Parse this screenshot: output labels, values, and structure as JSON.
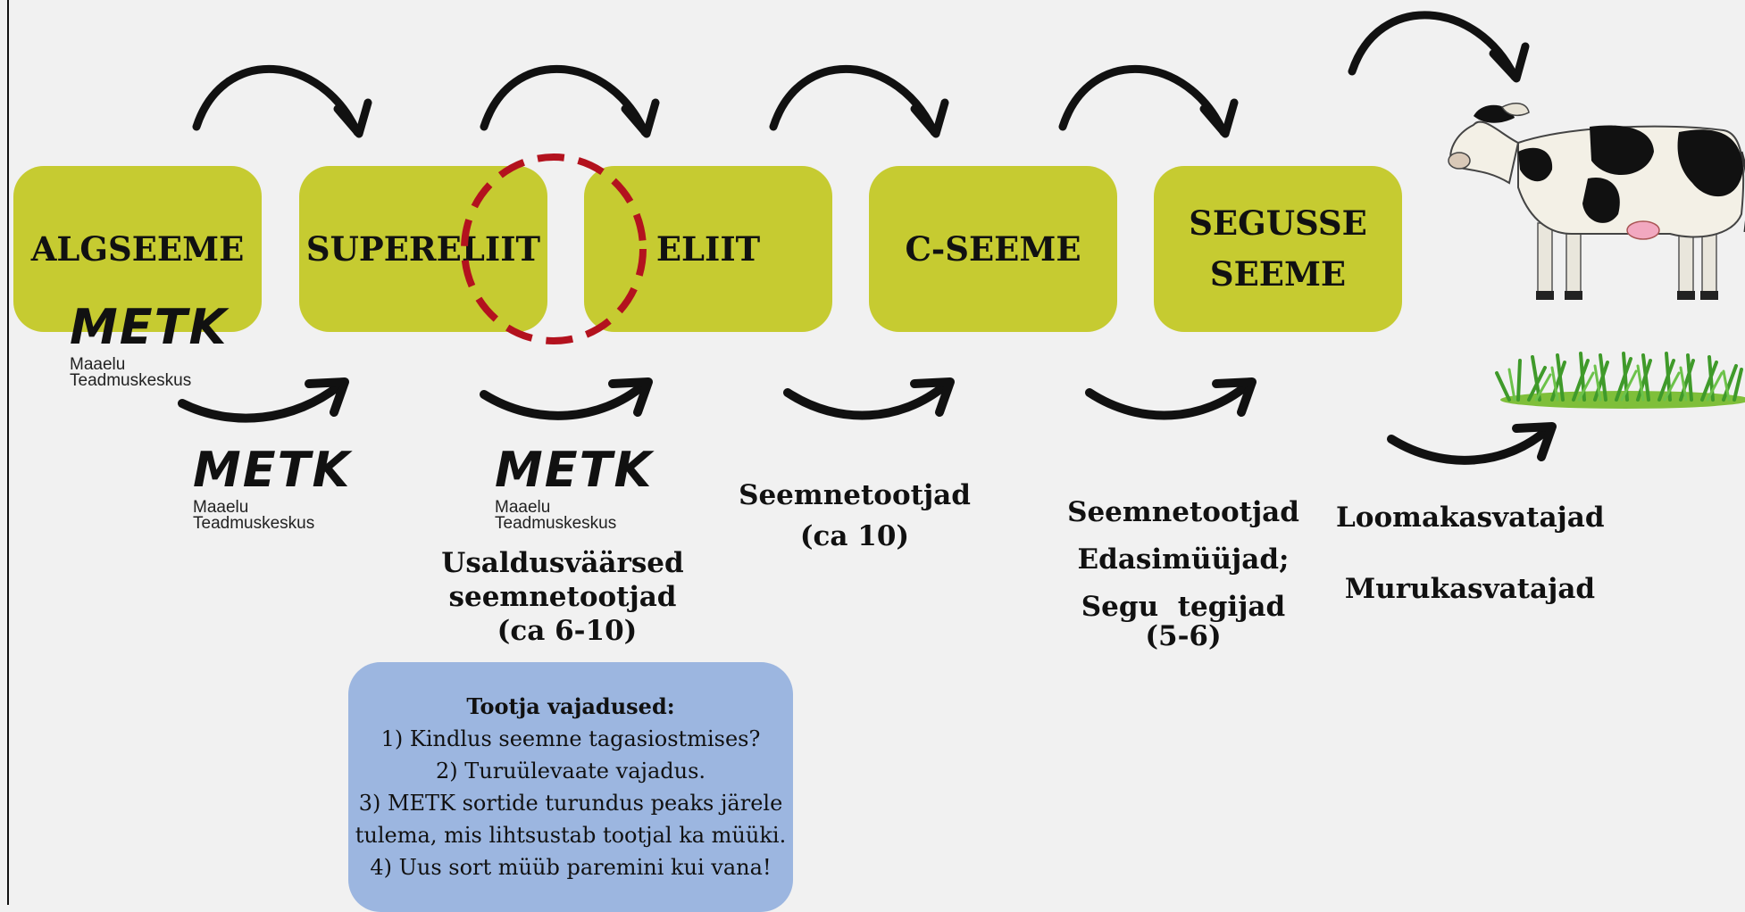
{
  "colors": {
    "background": "#f1f1f1",
    "stage_fill": "#c6cb31",
    "highlight_circle": "#b3121e",
    "needs_box": "#9cb6e0",
    "arrow": "#111111"
  },
  "stages": [
    {
      "id": "algseeme",
      "lines": [
        "ALGSEEME"
      ]
    },
    {
      "id": "supereliit",
      "lines": [
        "SUPERELIIT"
      ]
    },
    {
      "id": "eliit",
      "lines": [
        "ELIIT"
      ]
    },
    {
      "id": "c-seeme",
      "lines": [
        "C-SEEME"
      ]
    },
    {
      "id": "segusse-seeme",
      "lines": [
        "SEGUSSE",
        "SEEME"
      ]
    }
  ],
  "metk_logo": {
    "wordmark": "METK",
    "line1": "Maaelu",
    "line2": "Teadmuskeskus"
  },
  "actors": {
    "usaldus": [
      "Usaldusväärsed",
      "seemnetootjad",
      "(ca 6-10)"
    ],
    "seemnetootjad": [
      "Seemnetootjad",
      "(ca 10)"
    ],
    "edasimuujad": [
      "Seemnetootjad",
      "Edasimüüjad;",
      "Segu  tegijad",
      "(5-6)"
    ],
    "loomakasvatajad": "Loomakasvatajad",
    "murukasvatajad": "Murukasvatajad"
  },
  "needs": {
    "title": "Tootja vajadused:",
    "items": [
      "1) Kindlus seemne tagasiostmises?",
      "2) Turuülevaate vajadus.",
      "3) METK sortide turundus peaks järele",
      "tulema, mis lihtsustab tootjal ka müüki.",
      "4) Uus sort müüb paremini kui vana!"
    ]
  },
  "icons": [
    "curved-arrow-icon",
    "cow-icon",
    "grass-icon",
    "dashed-highlight-circle"
  ]
}
